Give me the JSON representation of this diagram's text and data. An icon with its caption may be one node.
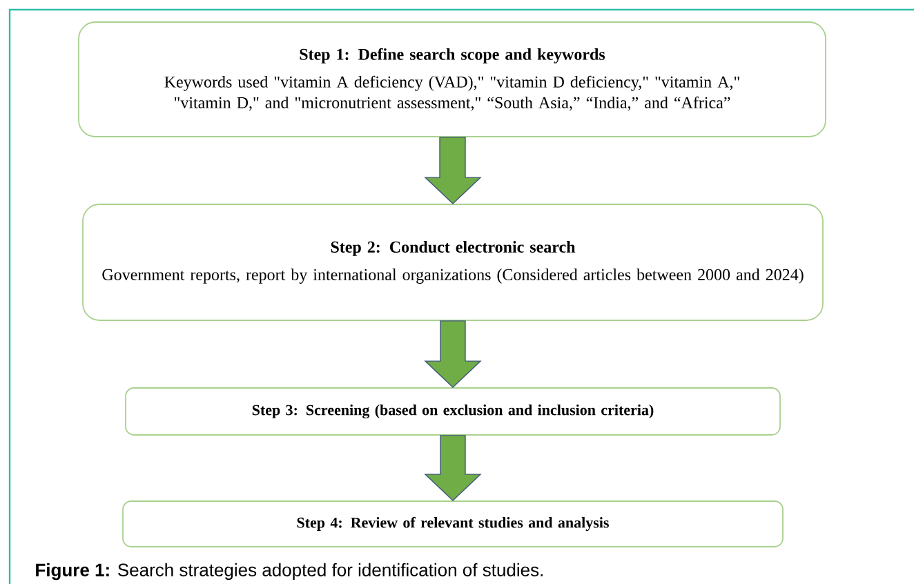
{
  "diagram": {
    "caption": "**Figure 1:** Search strategies adopted for identification of studies.",
    "nodes": [
      {
        "text": [
          "Step 1: Define search scope and keywords",
          "Keywords used \"vitamin A deficiency (VAD),\" \"vitamin D deficiency,\" \"vitamin A,\" \"vitamin D,\" and \"micronutrient assessment,\" “South Asia,” “India,” and “Africa”"
        ]
      },
      {
        "text": [
          "Step 2: Conduct electronic search",
          "Government reports, report by international organizations (Considered articles between 2000 and 2024)"
        ]
      },
      {
        "text": [
          "Step 3: Screening (based on exclusion and inclusion criteria)"
        ]
      },
      {
        "text": [
          "Step 4: Review of relevant studies and analysis"
        ]
      }
    ],
    "edges": [
      {
        "from": 0,
        "to": 1,
        "arrow": "to"
      },
      {
        "from": 1,
        "to": 2,
        "arrow": "to"
      },
      {
        "from": 2,
        "to": 3,
        "arrow": "to"
      }
    ]
  }
}
